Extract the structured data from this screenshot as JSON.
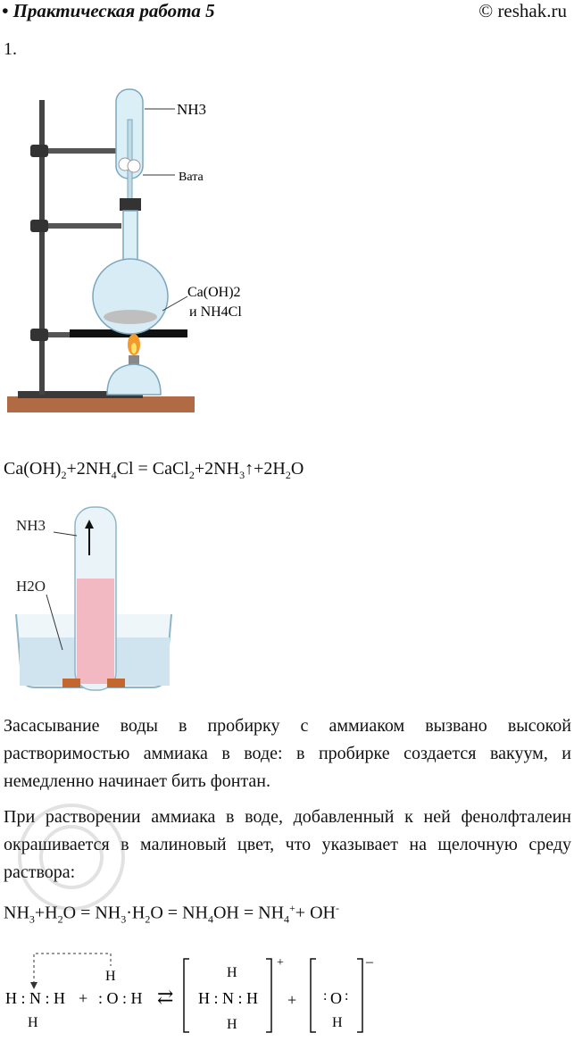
{
  "header": {
    "title": "• Практическая работа 5",
    "brand": "© reshak.ru"
  },
  "task_number": "1.",
  "figure1": {
    "label_gas": "NH3",
    "label_cotton": "Вата",
    "label_reagent1": "Ca(OH)2",
    "label_reagent2": "и NH4Cl"
  },
  "equation1": {
    "parts": [
      "Ca(OH)",
      "2",
      "+2NH",
      "4",
      "Cl = CaCl",
      "2",
      "+2NH",
      "3",
      "↑+2H",
      "2",
      "O"
    ]
  },
  "figure2": {
    "label_gas": "NH3",
    "label_water": "H2O"
  },
  "paragraph1": "Засасывание воды в пробирку с аммиаком вызвано высокой растворимостью аммиака в воде: в пробирке создается вакуум, и немедленно начинает бить фонтан.",
  "paragraph2": "При растворении аммиака в воде, добавленный к ней фенолфталеин окрашивается в малиновый цвет, что указывает на щелочную среду раствора:",
  "equation2": {
    "parts": [
      "NH",
      "3",
      "+H",
      "2",
      "O  = NH",
      "3",
      "·H",
      "2",
      "O  = NH",
      "4",
      "OH = NH",
      "4",
      "+",
      "+ OH",
      "-"
    ]
  },
  "scheme": {
    "ammonia": "H : N : H",
    "plus": "+",
    "water": ": O : H",
    "arrow": "⇄",
    "charge_plus": "+",
    "charge_minus": "–",
    "atom_h": "H",
    "atom_n": "N",
    "atom_o": "O"
  },
  "watermark": "reshak.ru"
}
